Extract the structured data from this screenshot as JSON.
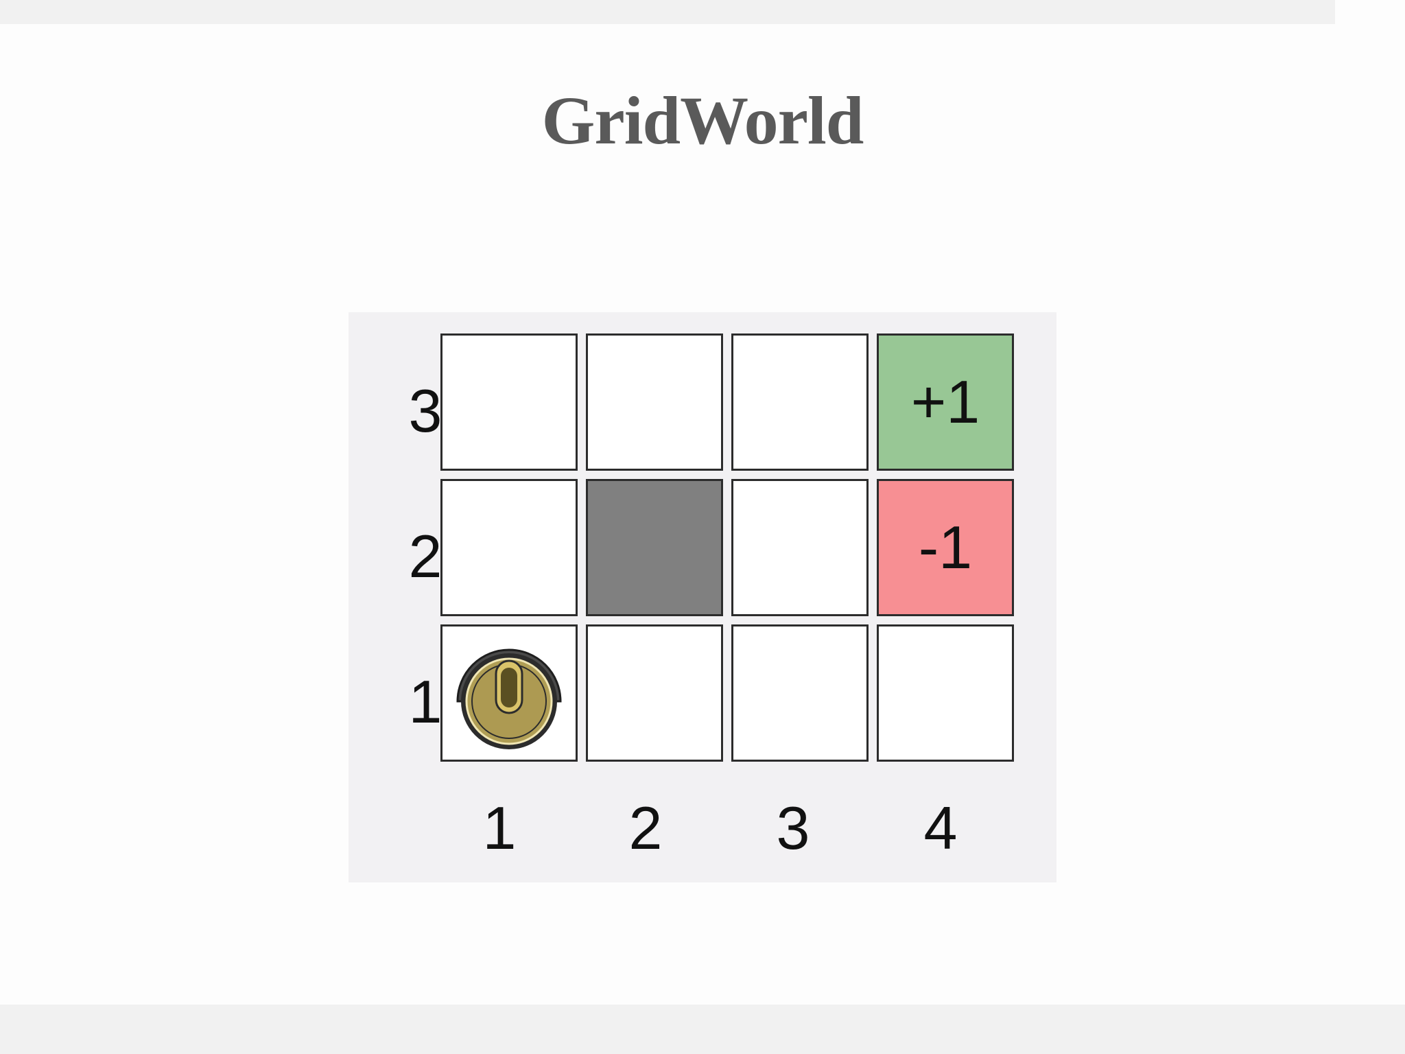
{
  "title": "GridWorld",
  "grid": {
    "cols": 4,
    "rows": 3,
    "x_labels": [
      "1",
      "2",
      "3",
      "4"
    ],
    "y_labels": [
      "3",
      "2",
      "1"
    ],
    "cells": {
      "positive_reward": {
        "col": 4,
        "row": 3,
        "label": "+1",
        "color": "#98c795"
      },
      "negative_reward": {
        "col": 4,
        "row": 2,
        "label": "-1",
        "color": "#f78f93"
      },
      "wall": {
        "col": 2,
        "row": 2,
        "color": "#808080"
      }
    },
    "agent": {
      "col": 1,
      "row": 1,
      "icon": "robot-icon"
    }
  }
}
